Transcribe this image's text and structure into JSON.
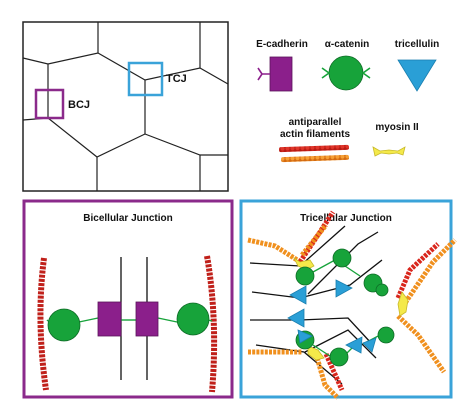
{
  "overview": {
    "bcj_label": "BCJ",
    "tcj_label": "TCJ"
  },
  "legend": {
    "e_cadherin": "E-cadherin",
    "alpha_catenin": "α-catenin",
    "tricellulin": "tricellulin",
    "actin_line1": "antiparallel",
    "actin_line2": "actin filaments",
    "myosin": "myosin II"
  },
  "panels": {
    "bicellular_title": "Bicellular Junction",
    "tricellular_title": "Tricellular Junction"
  },
  "colors": {
    "purple": "#8b1f8b",
    "green": "#17a33a",
    "blue": "#2a9fd6",
    "actin_red": "#d9261c",
    "actin_orange": "#f0901e",
    "myosin_yellow": "#f4e94a",
    "bicellular_border": "#8b2a8b",
    "tricellular_border": "#3aa3d9"
  },
  "icons": {
    "e_cadherin": "purple-rectangle-icon",
    "alpha_catenin": "green-circle-icon",
    "tricellulin": "blue-triangle-icon",
    "actin": "actin-filament-icon",
    "myosin": "myosin-bipolar-icon"
  }
}
